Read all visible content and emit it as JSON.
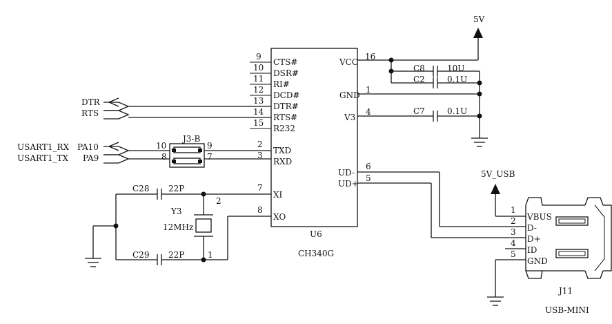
{
  "power": {
    "vcc_5v": "5V",
    "usb_5v": "5V_USB"
  },
  "u6": {
    "ref": "U6",
    "part": "CH340G",
    "left_pins": [
      {
        "num": "9",
        "name": "CTS#"
      },
      {
        "num": "10",
        "name": "DSR#"
      },
      {
        "num": "11",
        "name": "RI#"
      },
      {
        "num": "12",
        "name": "DCD#"
      },
      {
        "num": "13",
        "name": "DTR#"
      },
      {
        "num": "14",
        "name": "RTS#"
      },
      {
        "num": "15",
        "name": "R232"
      },
      {
        "num": "2",
        "name": "TXD"
      },
      {
        "num": "3",
        "name": "RXD"
      },
      {
        "num": "7",
        "name": "XI"
      },
      {
        "num": "8",
        "name": "XO"
      }
    ],
    "right_pins": [
      {
        "num": "16",
        "name": "VCC"
      },
      {
        "num": "1",
        "name": "GND"
      },
      {
        "num": "4",
        "name": "V3"
      },
      {
        "num": "6",
        "name": "UD-"
      },
      {
        "num": "5",
        "name": "UD+"
      }
    ]
  },
  "caps": {
    "c8": {
      "ref": "C8",
      "value": "10U"
    },
    "c2": {
      "ref": "C2",
      "value": "0.1U"
    },
    "c7": {
      "ref": "C7",
      "value": "0.1U"
    },
    "c28": {
      "ref": "C28",
      "value": "22P"
    },
    "c29": {
      "ref": "C29",
      "value": "22P"
    }
  },
  "nets": {
    "dtr": "DTR",
    "rts": "RTS",
    "usart_rx": "USART1_RX",
    "usart_tx": "USART1_TX",
    "pa10": "PA10",
    "pa9": "PA9"
  },
  "j3": {
    "ref": "J3-B",
    "pins": [
      "10",
      "9",
      "8",
      "7"
    ]
  },
  "crystal": {
    "ref": "Y3",
    "value": "12MHz",
    "pin1": "1",
    "pin2": "2"
  },
  "j11": {
    "ref": "J11",
    "part": "USB-MINI",
    "pins": [
      {
        "num": "1",
        "name": "VBUS"
      },
      {
        "num": "2",
        "name": "D-"
      },
      {
        "num": "3",
        "name": "D+"
      },
      {
        "num": "4",
        "name": "ID"
      },
      {
        "num": "5",
        "name": "GND"
      }
    ]
  }
}
